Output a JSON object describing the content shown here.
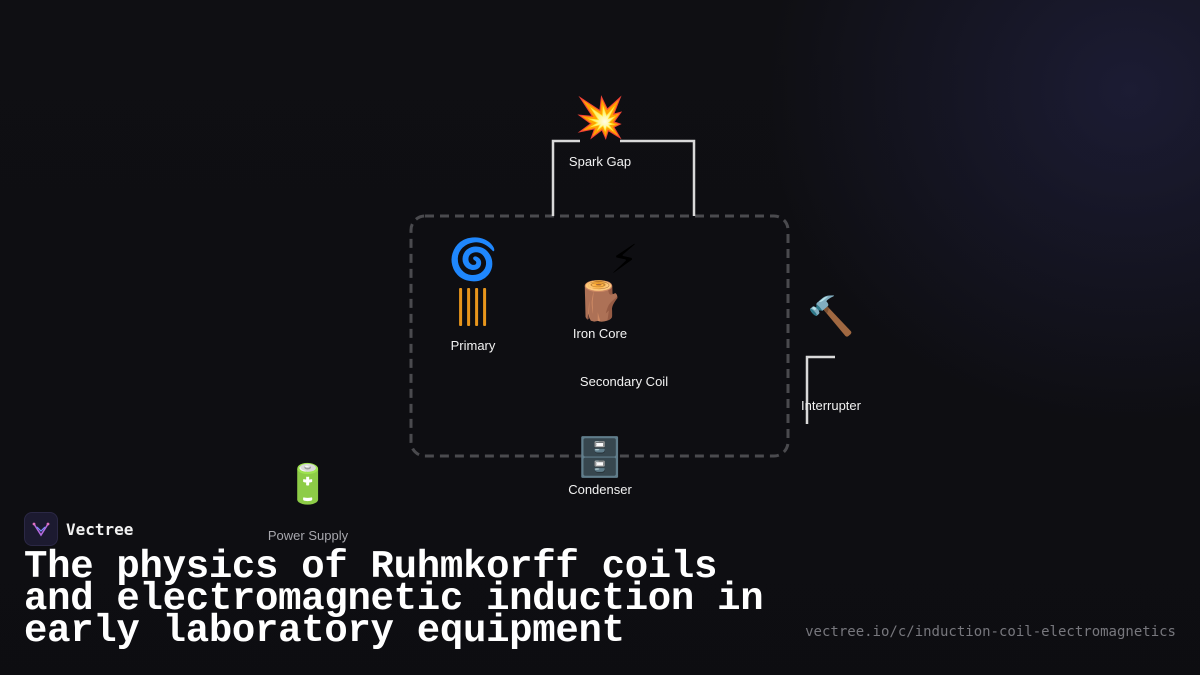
{
  "diagram": {
    "nodes": {
      "spark_gap": {
        "icon": "💥",
        "label": "Spark Gap"
      },
      "primary": {
        "icon": "🌀",
        "label": "Primary"
      },
      "secondary": {
        "icon": "⚡",
        "label": "Secondary Coil"
      },
      "iron_core": {
        "icon": "🪵",
        "label": "Iron Core"
      },
      "interrupter": {
        "icon": "🔨",
        "label": "Interrupter"
      },
      "condenser": {
        "icon": "🗄️",
        "label": "Condenser"
      },
      "power_supply": {
        "icon": "🔋",
        "label": "Power Supply"
      }
    },
    "colors": {
      "wire": "#d9d9d9",
      "dashed_group": "#4a4a4e",
      "coil": "#e8961c"
    }
  },
  "brand": {
    "name": "Vectree"
  },
  "title": "The physics of Ruhmkorff coils and electromagnetic induction in early laboratory equipment",
  "url": "vectree.io/c/induction-coil-electromagnetics"
}
